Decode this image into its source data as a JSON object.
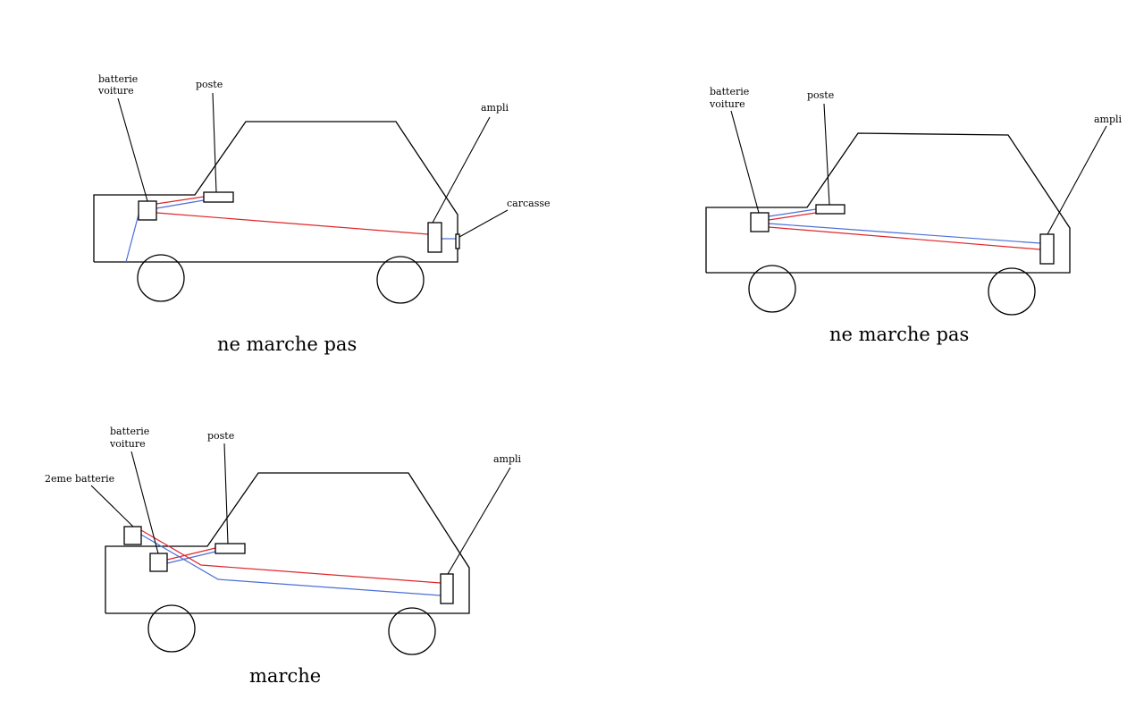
{
  "colors": {
    "background": "#ffffff",
    "positive_wire": "#e0262b",
    "negative_wire": "#4a6fd6",
    "outline": "#000000"
  },
  "diagrams": [
    {
      "id": "diagram-1",
      "caption": "ne marche pas",
      "labels": {
        "battery_line1": "batterie",
        "battery_line2": "voiture",
        "radio": "poste",
        "amp": "ampli",
        "chassis": "carcasse"
      }
    },
    {
      "id": "diagram-2",
      "caption": "ne marche pas",
      "labels": {
        "battery_line1": "batterie",
        "battery_line2": "voiture",
        "radio": "poste",
        "amp": "ampli"
      }
    },
    {
      "id": "diagram-3",
      "caption": "marche",
      "labels": {
        "battery_line1": "batterie",
        "battery_line2": "voiture",
        "second_battery": "2eme batterie",
        "radio": "poste",
        "amp": "ampli"
      }
    }
  ]
}
